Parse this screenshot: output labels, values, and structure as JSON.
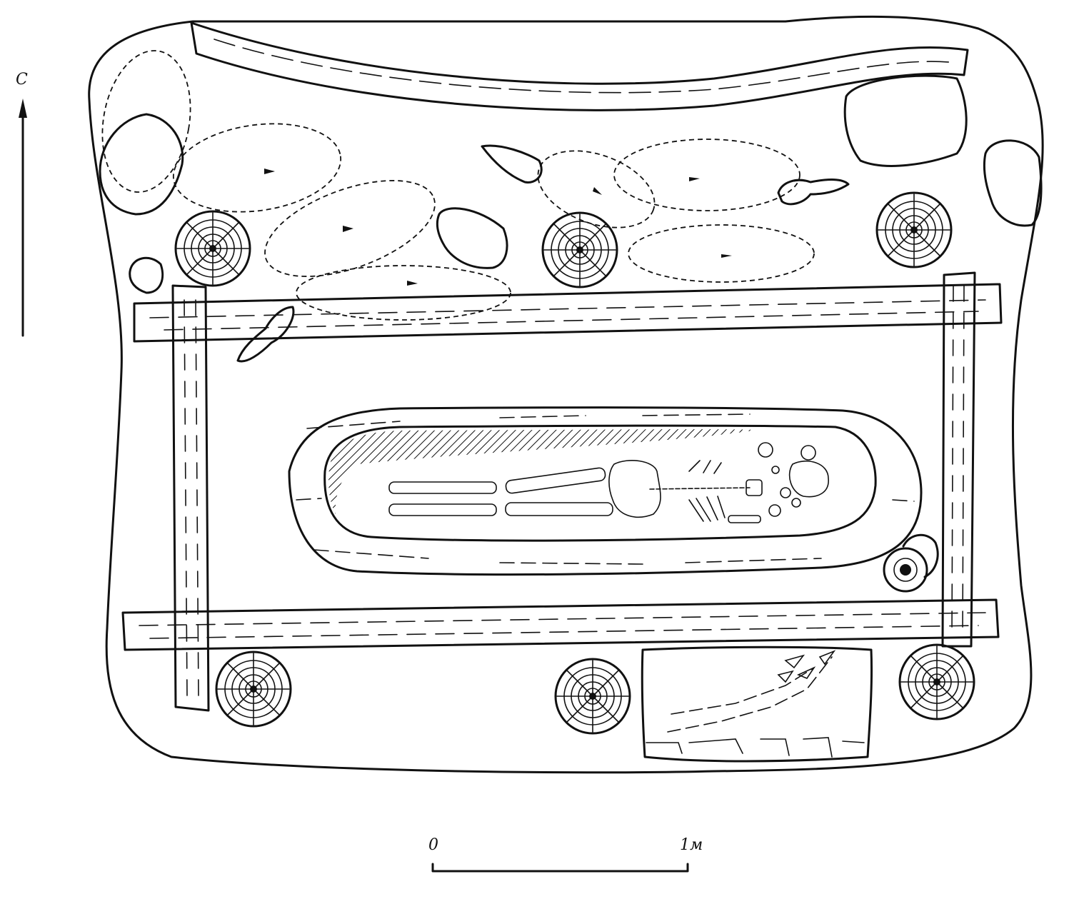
{
  "north_label": "С",
  "scale": {
    "start_label": "0",
    "end_label": "1м"
  },
  "colors": {
    "ink": "#111111",
    "paper": "#ffffff"
  },
  "figure_parts": [
    "grave-pit-outline",
    "plank-top",
    "log-posts",
    "stones",
    "dashed-pits",
    "beam-frame",
    "log-coffin",
    "skeleton",
    "pot-vessel",
    "niche-with-arrowheads",
    "north-arrow",
    "scale-bar"
  ]
}
